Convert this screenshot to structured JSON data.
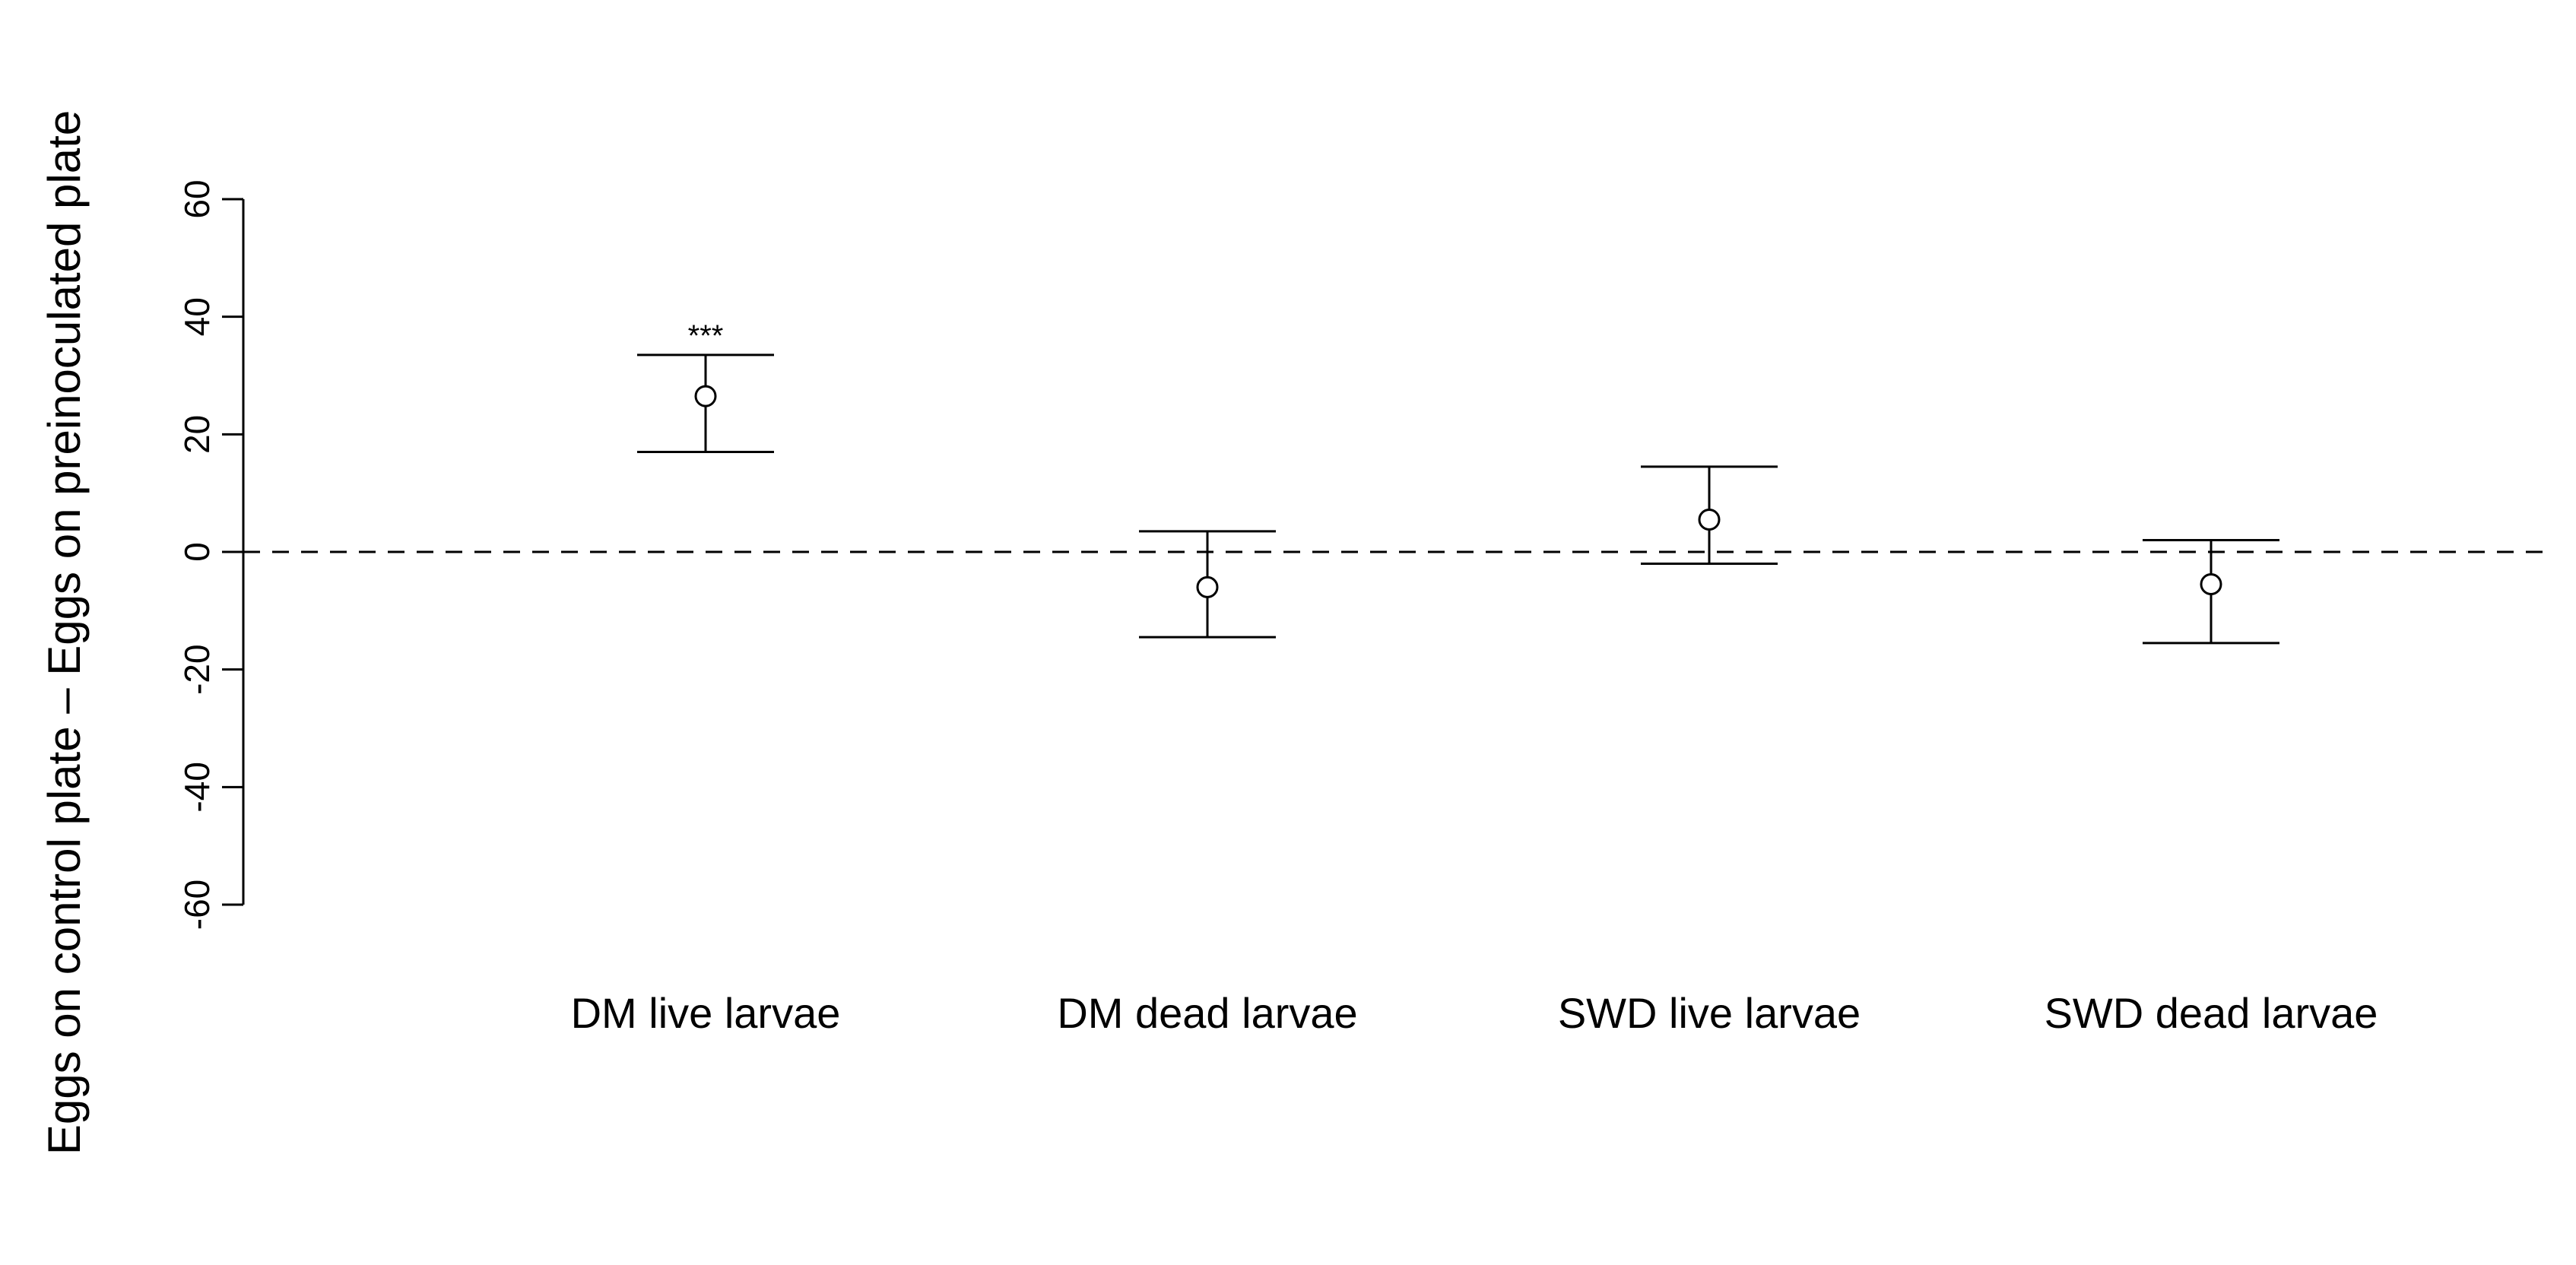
{
  "chart_data": {
    "type": "scatter",
    "ylabel": "Eggs on control plate  –  Eggs on preinoculated plate",
    "ylim": [
      -60,
      60
    ],
    "yticks": [
      -60,
      -40,
      -20,
      0,
      20,
      40,
      60
    ],
    "reference_line": 0,
    "categories": [
      "DM live larvae",
      "DM dead larvae",
      "SWD live larvae",
      "SWD dead larvae"
    ],
    "points": [
      {
        "category": "DM live larvae",
        "mean": 26.5,
        "lower": 17.0,
        "upper": 33.5,
        "annotation": "***"
      },
      {
        "category": "DM dead larvae",
        "mean": -6.0,
        "lower": -14.5,
        "upper": 3.5,
        "annotation": ""
      },
      {
        "category": "SWD live larvae",
        "mean": 5.5,
        "lower": -2.0,
        "upper": 14.5,
        "annotation": ""
      },
      {
        "category": "SWD dead larvae",
        "mean": -5.5,
        "lower": -15.5,
        "upper": 2.0,
        "annotation": ""
      }
    ]
  }
}
